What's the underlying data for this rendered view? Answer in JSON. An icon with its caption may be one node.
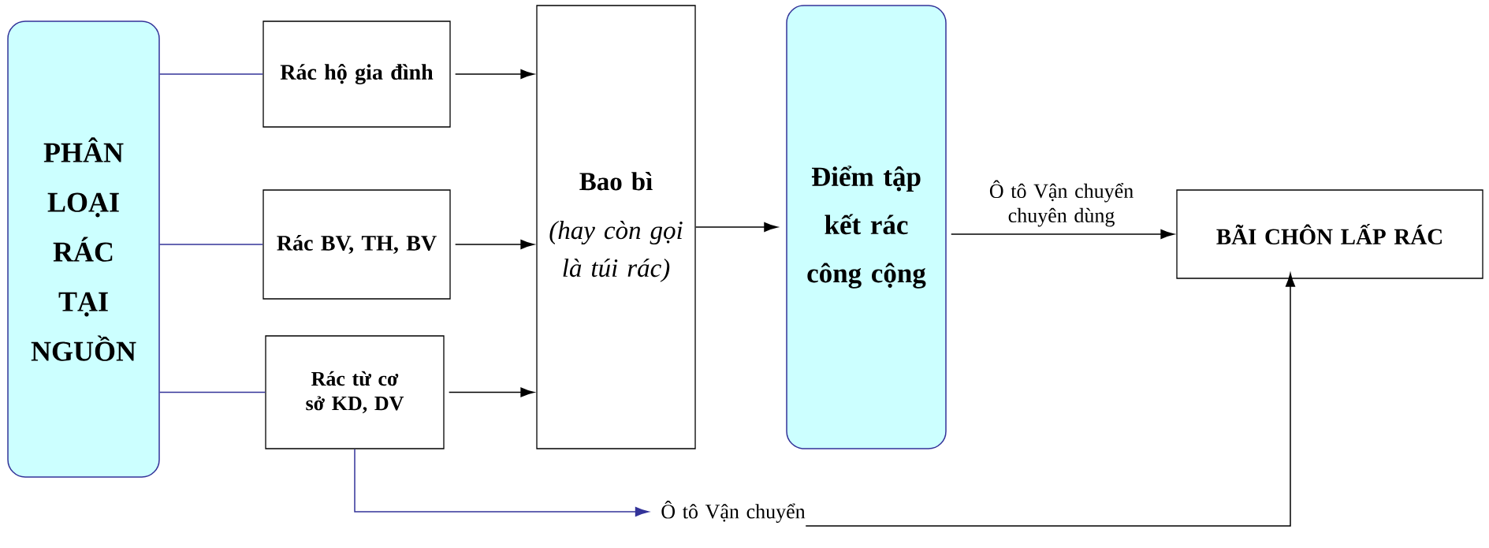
{
  "diagram": {
    "nodes": [
      {
        "text": [
          "PHÂN LOẠI RÁC TẠI NGUỒN"
        ]
      },
      {
        "text": [
          "Rác hộ gia đình"
        ]
      },
      {
        "text": [
          "Rác BV, TH, BV"
        ]
      },
      {
        "text": [
          "Rác từ cơ sở KD, DV"
        ]
      },
      {
        "text": [
          "Bao bì",
          "(hay còn gọi là túi rác)"
        ]
      },
      {
        "text": [
          "Điểm tập kết rác công cộng"
        ]
      },
      {
        "text": [
          "BÃI CHÔN LẤP RÁC"
        ]
      },
      {
        "text": [
          "Ô tô Vận chuyển"
        ]
      }
    ],
    "edges": [
      {
        "from": 0,
        "to": 1,
        "arrow": "none",
        "color": "#333399"
      },
      {
        "from": 0,
        "to": 2,
        "arrow": "none",
        "color": "#333399"
      },
      {
        "from": 0,
        "to": 3,
        "arrow": "none",
        "color": "#333399"
      },
      {
        "from": 1,
        "to": 4,
        "arrow": "to"
      },
      {
        "from": 2,
        "to": 4,
        "arrow": "to"
      },
      {
        "from": 3,
        "to": 4,
        "arrow": "to"
      },
      {
        "from": 4,
        "to": 5,
        "arrow": "to"
      },
      {
        "from": 5,
        "to": 6,
        "arrow": "to",
        "label": "Ô tô Vận chuyển chuyên dùng"
      },
      {
        "from": 3,
        "to": 7,
        "arrow": "to",
        "color": "#333399"
      },
      {
        "from": 7,
        "to": 6,
        "arrow": "to"
      }
    ]
  }
}
